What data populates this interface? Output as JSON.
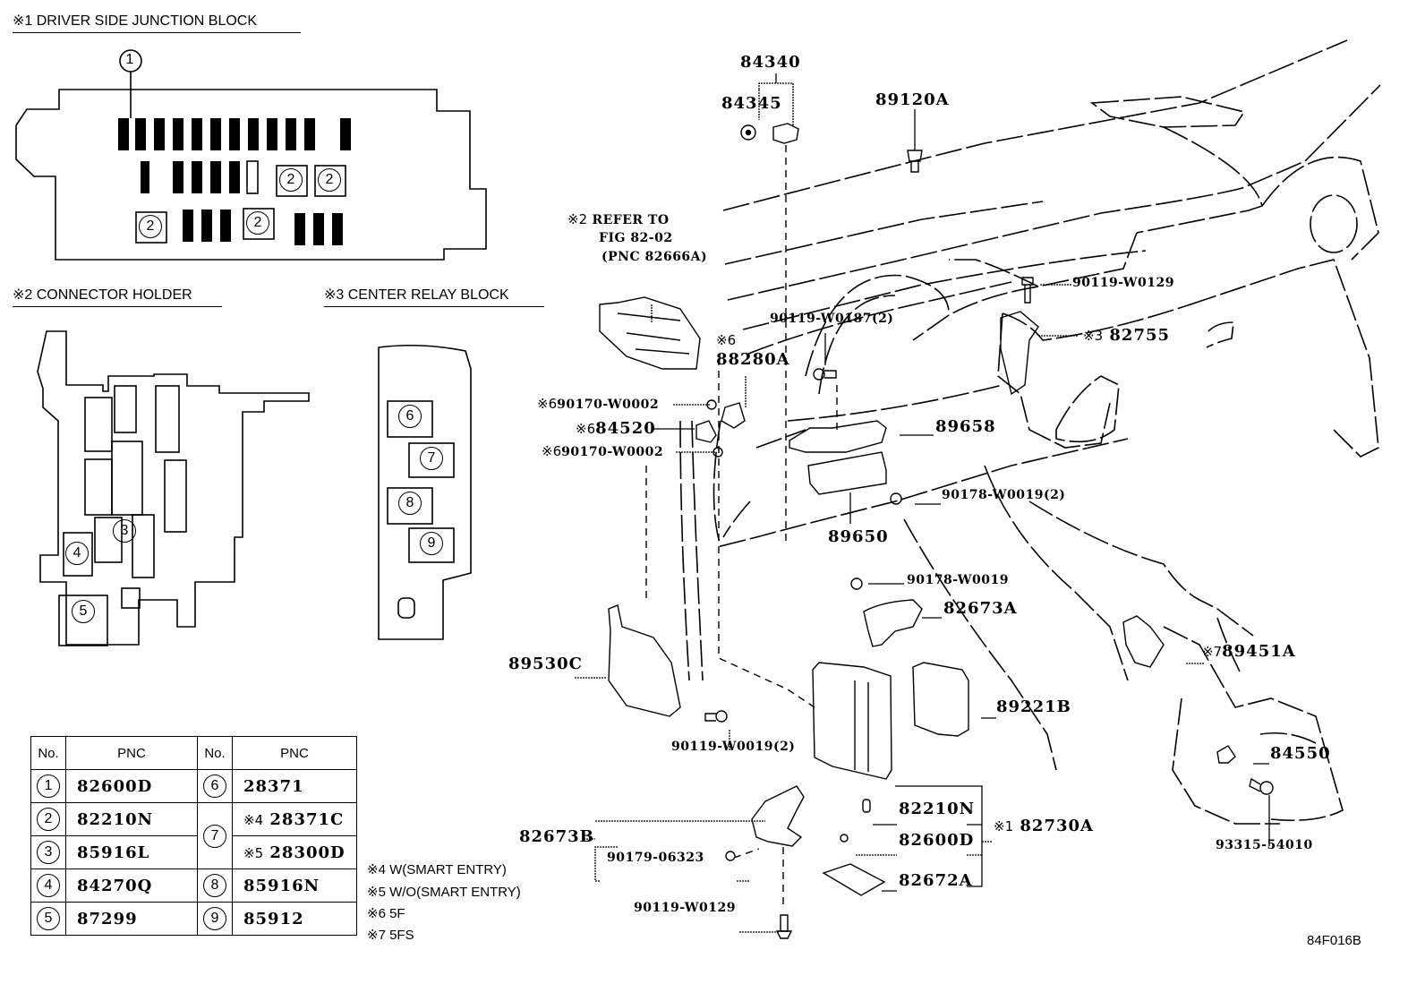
{
  "figure_code": "84F016B",
  "sections": {
    "junction_block": {
      "title": "※1 DRIVER SIDE JUNCTION BLOCK",
      "callouts": [
        "1",
        "2",
        "2",
        "2",
        "2"
      ]
    },
    "connector_holder": {
      "title": "※2 CONNECTOR HOLDER",
      "callouts": [
        "3",
        "4",
        "5"
      ]
    },
    "center_relay_block": {
      "title": "※3 CENTER RELAY BLOCK",
      "callouts": [
        "6",
        "7",
        "8",
        "9"
      ]
    }
  },
  "pnc_table": {
    "headers": [
      "No.",
      "PNC",
      "No.",
      "PNC"
    ],
    "left": [
      {
        "no": "1",
        "pnc": "82600D"
      },
      {
        "no": "2",
        "pnc": "82210N"
      },
      {
        "no": "3",
        "pnc": "85916L"
      },
      {
        "no": "4",
        "pnc": "84270Q"
      },
      {
        "no": "5",
        "pnc": "87299"
      }
    ],
    "right": [
      {
        "no": "6",
        "pnc": "28371"
      },
      {
        "no": "7",
        "variants": [
          {
            "note": "※4",
            "pnc": "28371C"
          },
          {
            "note": "※5",
            "pnc": "28300D"
          }
        ]
      },
      {
        "no": "8",
        "pnc": "85916N"
      },
      {
        "no": "9",
        "pnc": "85912"
      }
    ]
  },
  "legend_notes": [
    "※4 W(SMART ENTRY)",
    "※5 W/O(SMART ENTRY)",
    "※6  5F",
    "※7  5FS"
  ],
  "refer_note": {
    "mark": "※2",
    "lines": [
      "REFER TO",
      "FIG 82-02",
      "(PNC 82666A)"
    ]
  },
  "part_labels": {
    "p84340": "84340",
    "p84345": "84345",
    "p89120A": "89120A",
    "p90119_W0129_top": "90119-W0129",
    "p82755": "82755",
    "p82755_note": "※3",
    "p88280A": "88280A",
    "p88280A_note": "※6",
    "p90119_W0187": "90119-W0187(2)",
    "p90170_W0002_a": "90170-W0002",
    "p90170_W0002_a_note": "※6",
    "p84520": "84520",
    "p84520_note": "※6",
    "p90170_W0002_b": "90170-W0002",
    "p90170_W0002_b_note": "※6",
    "p89658": "89658",
    "p90178_W0019_2": "90178-W0019(2)",
    "p89650": "89650",
    "p90178_W0019": "90178-W0019",
    "p82673A": "82673A",
    "p89451A": "89451A",
    "p89451A_note": "※7",
    "p89530C": "89530C",
    "p89221B": "89221B",
    "p90119_W0019": "90119-W0019(2)",
    "p84550": "84550",
    "p82210N": "82210N",
    "p82730A": "82730A",
    "p82730A_note": "※1",
    "p82600D": "82600D",
    "p82672A": "82672A",
    "p82673B": "82673B",
    "p90179_06323": "90179-06323",
    "p90119_W0129_bottom": "90119-W0129",
    "p93315_54010": "93315-54010"
  }
}
